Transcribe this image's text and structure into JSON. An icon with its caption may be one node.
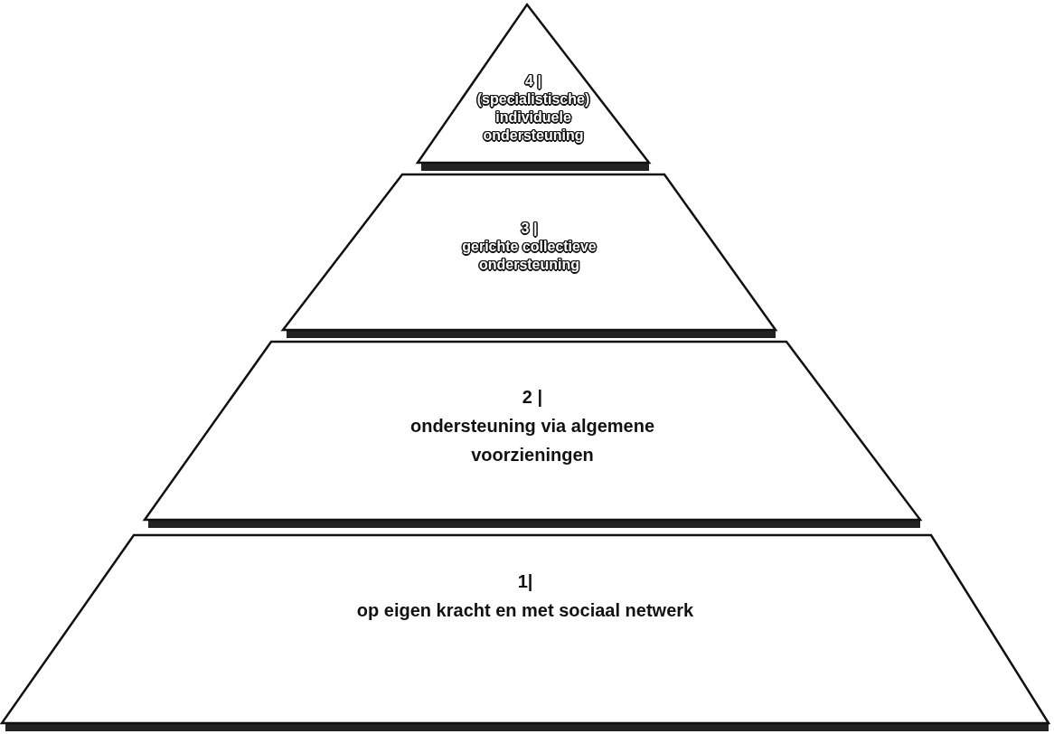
{
  "diagram": {
    "nodes": [
      {
        "text": [
          "4 |",
          "(specialistische) individuele ondersteuning"
        ]
      },
      {
        "text": [
          "3 |",
          "gerichte collectieve ondersteuning"
        ]
      },
      {
        "text": [
          "2 |",
          "ondersteuning via algemene voorzieningen"
        ]
      },
      {
        "text": [
          "1|",
          "op eigen kracht en met sociaal netwerk"
        ]
      }
    ]
  }
}
